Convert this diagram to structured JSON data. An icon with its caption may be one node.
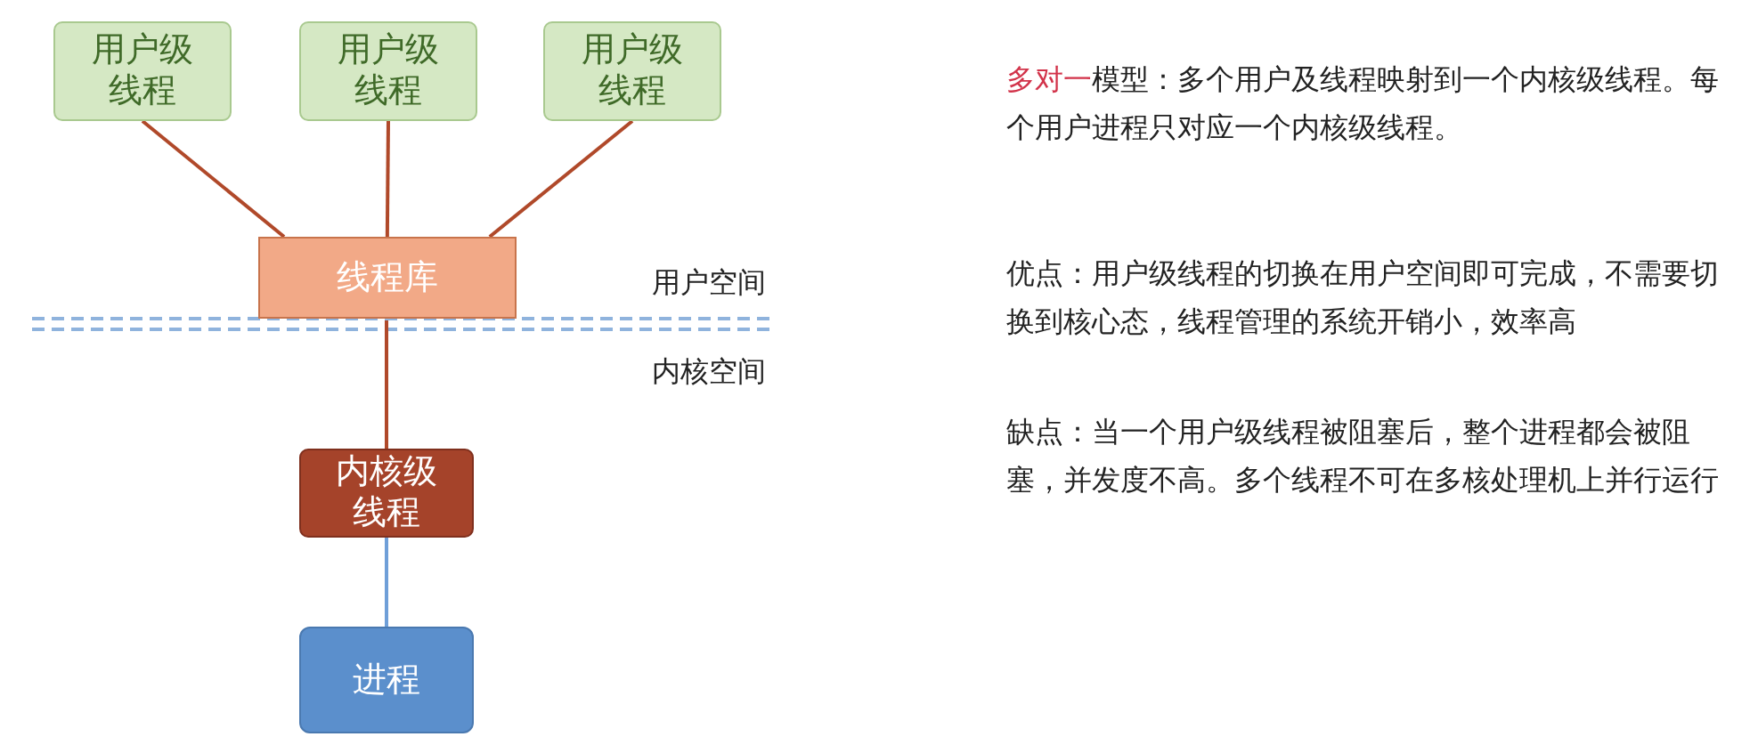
{
  "diagram": {
    "nodes": [
      {
        "text": [
          "用户级线程"
        ]
      },
      {
        "text": [
          "用户级线程"
        ]
      },
      {
        "text": [
          "用户级线程"
        ]
      },
      {
        "text": [
          "线程库"
        ]
      },
      {
        "text": [
          "内核级线程"
        ]
      },
      {
        "text": [
          "进程"
        ]
      }
    ],
    "edges": [
      {
        "from": 0,
        "to": 3,
        "arrow": "none"
      },
      {
        "from": 1,
        "to": 3,
        "arrow": "none"
      },
      {
        "from": 2,
        "to": 3,
        "arrow": "none"
      },
      {
        "from": 3,
        "to": 4,
        "arrow": "none"
      },
      {
        "from": 4,
        "to": 5,
        "arrow": "none",
        "color": "#6f9fd8"
      }
    ],
    "labels": [
      "用户空间",
      "内核空间",
      "**多对一**模型：多个用户及线程映射到一个内核级线程。每个用户进程只对应一个内核级线程。",
      "优点：用户级线程的切换在用户空间即可完成，不需要切换到核心态，线程管理的系统开销小，效率高",
      "缺点：当一个用户级线程被阻塞后，整个进程都会被阻塞，并发度不高。多个线程不可在多核处理机上并行运行"
    ]
  }
}
